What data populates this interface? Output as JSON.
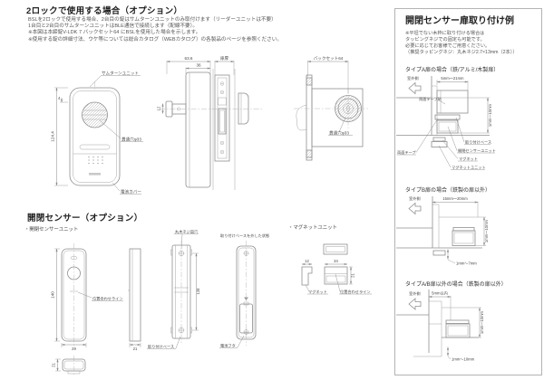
{
  "colors": {
    "line": "#8f8f8f",
    "text": "#474747",
    "title": "#1f1f1f",
    "panel_border": "#b3b3b3",
    "background": "#ffffff"
  },
  "two_lock": {
    "title": "2ロックで使用する場合（オプション）",
    "notes": [
      "BSLを2ロックで使用する場合、2台目の錠はサムターンユニットのみ取付けます（リーダーユニットは不要）",
      "1台目と2台目のサムターンユニットはBLE通信で接続します（配線不要）。",
      "※本図は本締錠V-LDK 7 バックセット64 にBSLを使用した場合を示します。",
      "※使用する錠の詳細寸法、ウケ等については総合カタログ（WEBカタログ）の各製品のページを参照ください。"
    ],
    "front": {
      "label_unit": "サムターンユニット",
      "label_hole": "貫通穴φ33",
      "label_battery": "電池カバー",
      "dim_height": "124.4",
      "dim_top": "4"
    },
    "side": {
      "dim_total": "63.6",
      "dim_case": "36",
      "label_door": "扉厚",
      "dim_shaft": "12"
    },
    "back": {
      "dim_backset": "バックセット64",
      "label_hole": "貫通穴φ33"
    }
  },
  "sensor": {
    "title": "開閉センサー（オプション）",
    "sub_sensor": "・開閉センサーユニット",
    "sub_magnet": "・マグネットユニット",
    "front": {
      "dim_height": "140",
      "dim_width": "29",
      "dim_depth": "21",
      "label_align": "位置合わせライン"
    },
    "side": {
      "dim_depth": "21"
    },
    "base": {
      "dim_height": "128",
      "label_hole": "丸木ネジ皿穴",
      "label_base": "取り付けベース"
    },
    "nobase": {
      "caption": "取り付けベースを外した状態",
      "label_battery": "電池フタ"
    },
    "magnet": {
      "dim_w1": "12",
      "dim_w2": "34",
      "dim_h": "21",
      "label_magnet": "マグネット",
      "label_align": "位置合わせライン"
    }
  },
  "panel": {
    "title": "開閉センサー扉取り付け例",
    "notes": [
      "※平坦でない木枠に取り付ける場合は",
      "タッピングネジでの固定も可能です。",
      "必要に応じてお客様でご用意ください。",
      "（推奨タッピングネジ：丸木ネジ2.7×13mm（2本））"
    ],
    "type_a": {
      "heading": "タイプA扉の場合（鉄/アルミ/木製扉）",
      "outdoor": "室外側",
      "dim_top": "5mm～21mm",
      "dim_right": "1mm～10mm",
      "label_tape_face": "両面テープ貼",
      "label_base": "取り付けベース",
      "label_sensor": "開閉センサーユニット",
      "label_magnet": "マグネット",
      "label_magnet_unit": "マグネットユニット",
      "label_tape": "両面テープ"
    },
    "type_b": {
      "heading": "タイプB扉の場合（鉄製の扉以外）",
      "outdoor": "室外側",
      "dim_top": "15mm～20mm",
      "dim_right": "1mm～10mm",
      "dim_bottom": "1mm～7mm"
    },
    "type_c": {
      "heading": "タイプA/B扉以外の場合（鉄製の扉以外）",
      "outdoor": "室外側",
      "dim_top": "5mm以内",
      "dim_right": "1mm～10mm",
      "dim_bottom": "1mm～10mm"
    }
  }
}
